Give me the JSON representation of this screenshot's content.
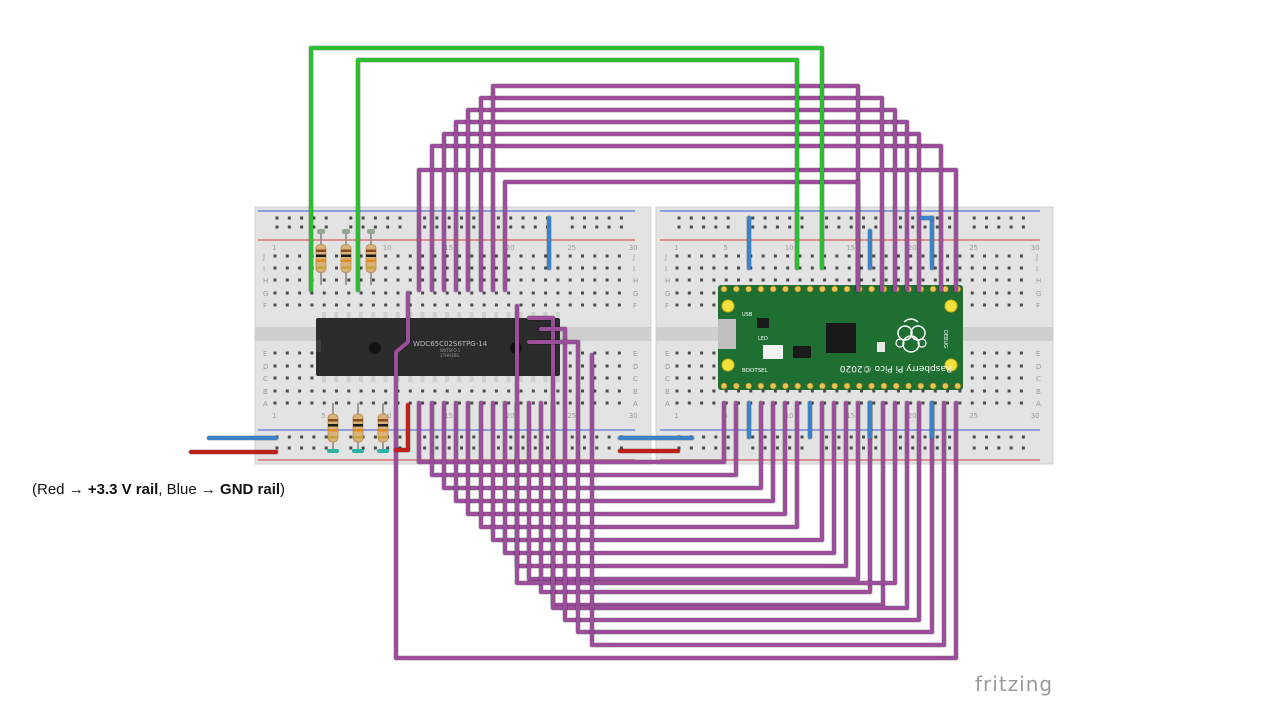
{
  "note": {
    "open": "(Red ",
    "arrow1": "→",
    "rail_pos": "+3.3 V rail",
    "sep": ", Blue ",
    "arrow2": "→",
    "rail_gnd": "GND rail",
    "close": ")"
  },
  "chip": {
    "part": "WDC65C02S6TPG-14",
    "line2": "WKTSFO.1",
    "line3": "17HH30G"
  },
  "pico": {
    "brand": "Raspberry Pi Pico ©2020",
    "bootsel": "BOOTSEL",
    "debug": "DEBUG",
    "usb": "USB",
    "led": "LED"
  },
  "breadboard": {
    "col_numbers": [
      "1",
      "5",
      "10",
      "15",
      "20",
      "25",
      "30"
    ],
    "row_letters_top": [
      "J",
      "I",
      "H",
      "G",
      "F"
    ],
    "row_letters_bottom": [
      "E",
      "D",
      "C",
      "B",
      "A"
    ]
  },
  "wire_colors": {
    "signal": "#9b4f9b",
    "vcc": "#c0201c",
    "gnd": "#3c82c8",
    "pull": "#2cbd33"
  },
  "brand": "fritzing"
}
